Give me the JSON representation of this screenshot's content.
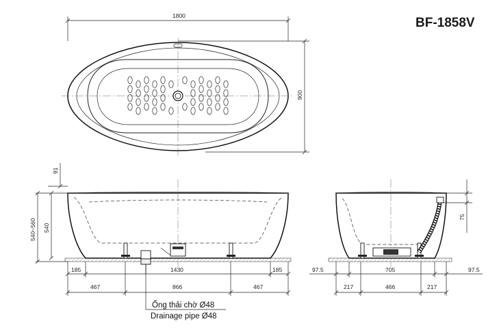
{
  "title": "BF-1858V",
  "top_view": {
    "width_label": "1800",
    "depth_label": "900"
  },
  "front_view": {
    "height_range_label": "540~560",
    "height_label": "540",
    "rim_label": "91",
    "dims_row1": [
      "185",
      "1430",
      "185"
    ],
    "dims_row2": [
      "467",
      "866",
      "467"
    ]
  },
  "side_view": {
    "overflow_label": "75",
    "dims_row1": [
      "97.5",
      "705",
      "97.5"
    ],
    "dims_row2": [
      "217",
      "466",
      "217"
    ]
  },
  "drain": {
    "label_vn": "Ống thải chờ  Ø48",
    "label_en": "Drainage pipe Ø48"
  }
}
